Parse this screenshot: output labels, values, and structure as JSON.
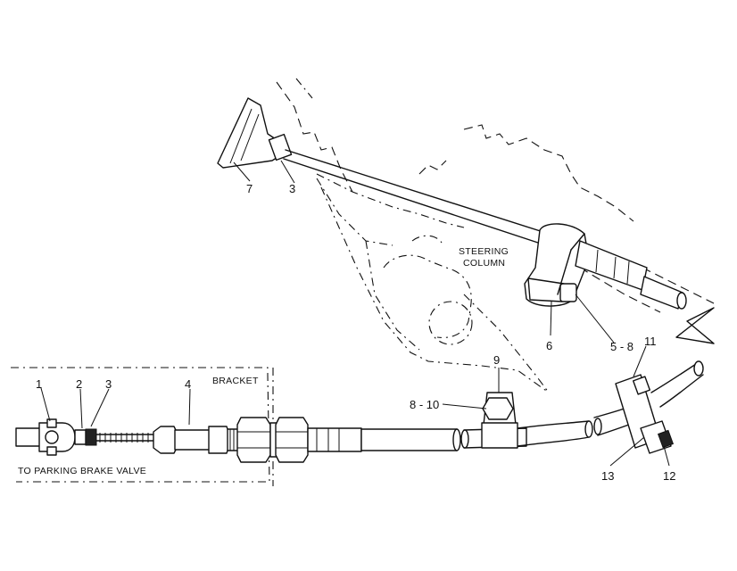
{
  "labels": {
    "bracket": "BRACKET",
    "parking_brake_valve": "TO PARKING BRAKE VALVE",
    "steering_column_line1": "STEERING",
    "steering_column_line2": "COLUMN"
  },
  "callouts": {
    "c1": "1",
    "c2": "2",
    "c3_left": "3",
    "c4": "4",
    "c3_knob": "3",
    "c7": "7",
    "c6": "6",
    "c5_8": "5 - 8",
    "c11": "11",
    "c9": "9",
    "c8_10": "8 - 10",
    "c13": "13",
    "c12": "12"
  }
}
